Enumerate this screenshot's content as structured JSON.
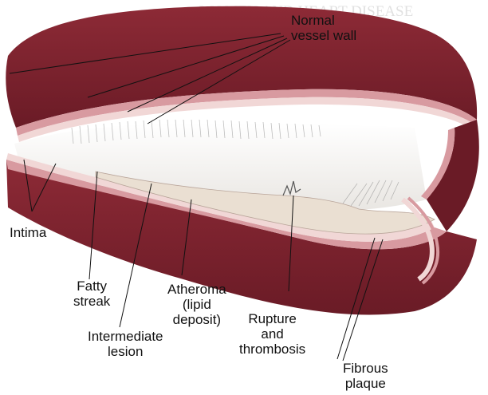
{
  "background_heading": "WOMEN AND HEART DISEASE",
  "labels": {
    "normal_wall": [
      "Normal",
      "vessel wall"
    ],
    "intima": "Intima",
    "fatty_streak": [
      "Fatty",
      "streak"
    ],
    "atheroma": [
      "Atheroma",
      "(lipid",
      "deposit)"
    ],
    "intermediate": [
      "Intermediate",
      "lesion"
    ],
    "rupture": [
      "Rupture",
      "and",
      "thrombosis"
    ],
    "fibrous": [
      "Fibrous",
      "plaque"
    ]
  },
  "colors": {
    "outer_wall": "#7a1f2b",
    "outer_wall_dark": "#5e1520",
    "layer_pink": "#d89aa0",
    "layer_light": "#f1d7d6",
    "lumen": "#f4f1ee",
    "plaque": "#eadfd2"
  }
}
